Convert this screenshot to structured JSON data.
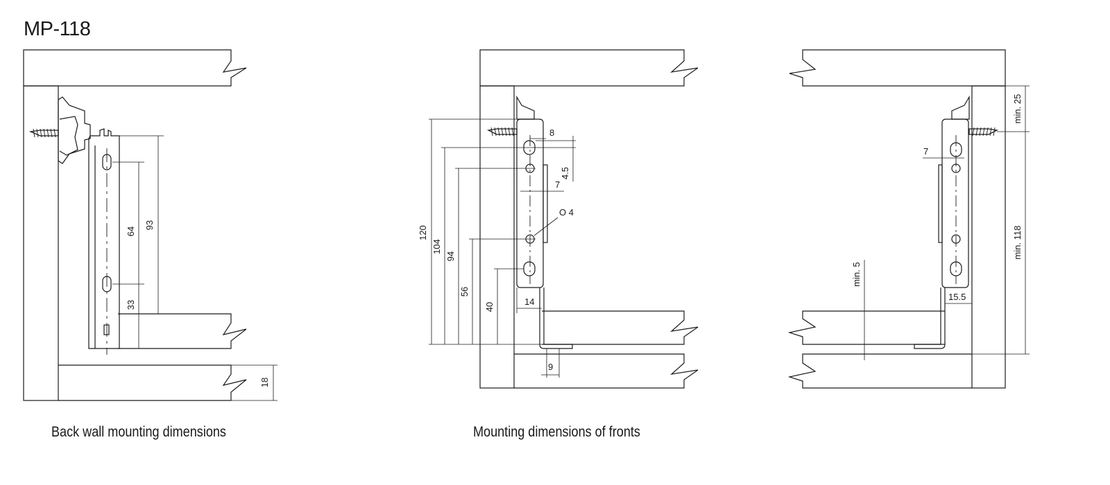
{
  "title": "MP-118",
  "captions": {
    "back_wall": "Back wall mounting dimensions",
    "fronts": "Mounting dimensions of fronts"
  },
  "dimensions": {
    "left": {
      "d64": "64",
      "d93": "93",
      "d33": "33",
      "d18": "18"
    },
    "middle": {
      "d120": "120",
      "d104": "104",
      "d94": "94",
      "d56": "56",
      "d40": "40",
      "d8": "8",
      "d4_5": "4.5",
      "d7": "7",
      "hole": "O 4",
      "d14": "14",
      "d9": "9"
    },
    "right": {
      "min25": "min. 25",
      "min118": "min. 118",
      "min5": "min. 5",
      "d7": "7",
      "d15_5": "15.5"
    }
  },
  "colors": {
    "line": "#1a1a1a",
    "fill": "#ffffff"
  }
}
